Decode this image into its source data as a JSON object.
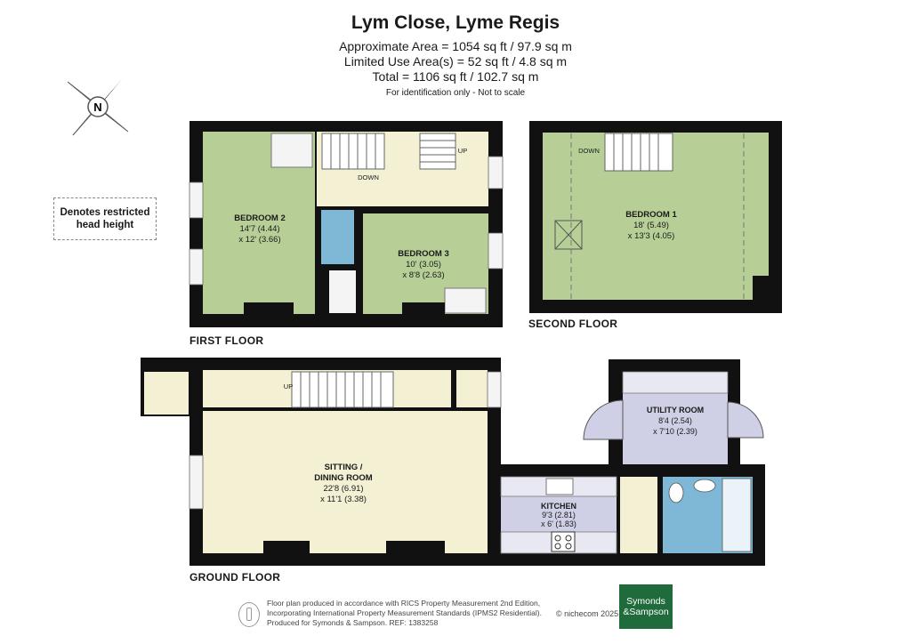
{
  "header": {
    "title": "Lym Close, Lyme Regis",
    "area_line1": "Approximate Area = 1054 sq ft / 97.9 sq m",
    "area_line2": "Limited Use Area(s) = 52 sq ft / 4.8 sq m",
    "area_line3": "Total = 1106 sq ft / 102.7 sq m",
    "note": "For identification only - Not to scale"
  },
  "legend": {
    "line1": "Denotes restricted",
    "line2": "head height"
  },
  "compass": {
    "label": "N"
  },
  "floors": {
    "first": "FIRST FLOOR",
    "second": "SECOND FLOOR",
    "ground": "GROUND FLOOR"
  },
  "rooms": {
    "bedroom2": {
      "name": "BEDROOM 2",
      "dim1": "14'7 (4.44)",
      "dim2": "x 12' (3.66)"
    },
    "bedroom3": {
      "name": "BEDROOM 3",
      "dim1": "10' (3.05)",
      "dim2": "x 8'8 (2.63)"
    },
    "bedroom1": {
      "name": "BEDROOM 1",
      "dim1": "18' (5.49)",
      "dim2": "x 13'3 (4.05)"
    },
    "sitting": {
      "name1": "SITTING /",
      "name2": "DINING ROOM",
      "dim1": "22'8 (6.91)",
      "dim2": "x 11'1 (3.38)"
    },
    "kitchen": {
      "name": "KITCHEN",
      "dim1": "9'3 (2.81)",
      "dim2": "x 6' (1.83)"
    },
    "utility": {
      "name": "UTILITY ROOM",
      "dim1": "8'4 (2.54)",
      "dim2": "x 7'10 (2.39)"
    }
  },
  "stairs": {
    "first_down": "DOWN",
    "first_up": "UP",
    "second_down": "DOWN",
    "ground_up": "UP"
  },
  "footer": {
    "line1": "Floor plan produced in accordance with RICS Property Measurement 2nd Edition,",
    "line2": "Incorporating International Property Measurement Standards (IPMS2 Residential).",
    "line3": "Produced for Symonds & Sampson.    REF: 1383258",
    "copyright": "© nichecom 2025.",
    "logo_line1": "Symonds",
    "logo_line2": "&Sampson"
  },
  "colors": {
    "room_green": "#b7cf96",
    "hall_cream": "#f3f0d4",
    "kitchen_lilac": "#cfd0e6",
    "bath_blue": "#7fb7d6",
    "wall": "#111111",
    "brand_green": "#1f6b3c"
  }
}
